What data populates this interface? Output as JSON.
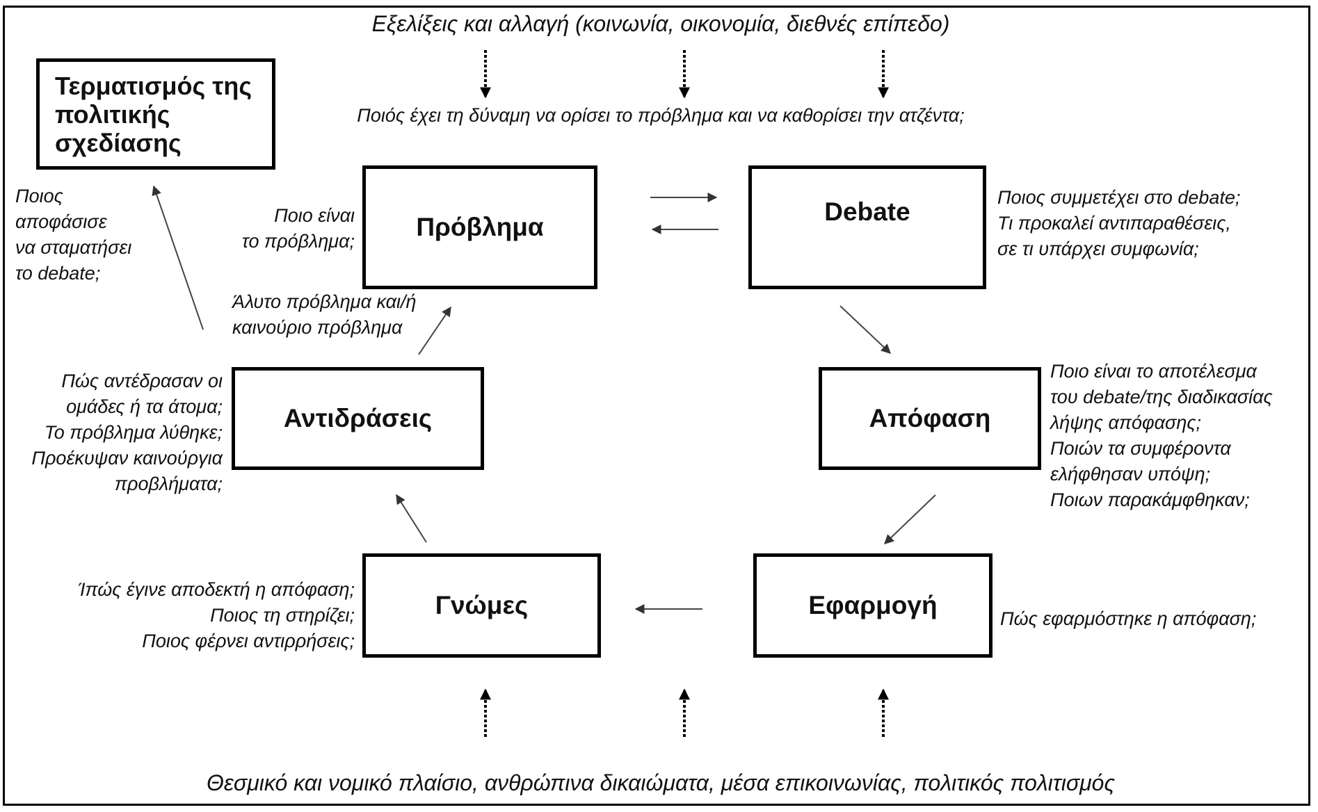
{
  "external": {
    "top": "Εξελίξεις και αλλαγή (κοινωνία, οικονομία, διεθνές επίπεδο)",
    "bottom": "Θεσμικό και νομικό πλαίσιο, ανθρώπινα δικαιώματα, μέσα επικοινωνίας, πολιτικός πολιτισμός"
  },
  "agenda_question": "Ποιός έχει τη δύναμη να ορίσει το πρόβλημα και να καθορίσει την ατζέντα;",
  "boxes": {
    "end": "Τερματισμός της\nπολιτικής\nσχεδίασης",
    "problem": "Πρόβλημα",
    "debate": "Debate",
    "decision": "Απόφαση",
    "implementation": "Εφαρμογή",
    "opinions": "Γνώμες",
    "reactions": "Αντιδράσεις"
  },
  "questions": {
    "end": "Ποιος\nαποφάσισε\nνα σταματήσει\nτο debate;",
    "problem": "Ποιο είναι\nτο πρόβλημα;",
    "unsolved": "Άλυτο πρόβλημα και/ή\nκαινούριο πρόβλημα",
    "debate": "Ποιος συμμετέχει στο debate;\nΤι προκαλεί αντιπαραθέσεις,\n σε τι υπάρχει συμφωνία;",
    "decision": "Ποιο είναι το αποτέλεσμα\nτου debate/της διαδικασίας\nλήψης απόφασης;\nΠοιών τα συμφέροντα\nελήφθησαν υπόψη;\nΠοιων παρακάμφθηκαν;",
    "implementation": "Πώς εφαρμόστηκε η απόφαση;",
    "opinions": "Ίπώς έγινε αποδεκτή η απόφαση;\nΠοιος τη στηρίζει;\nΠοιος φέρνει αντιρρήσεις;",
    "reactions": "Πώς αντέδρασαν οι\nομάδες ή τα άτομα;\nΤο πρόβλημα λύθηκε;\nΠροέκυψαν καινούργια\nπροβλήματα;"
  }
}
